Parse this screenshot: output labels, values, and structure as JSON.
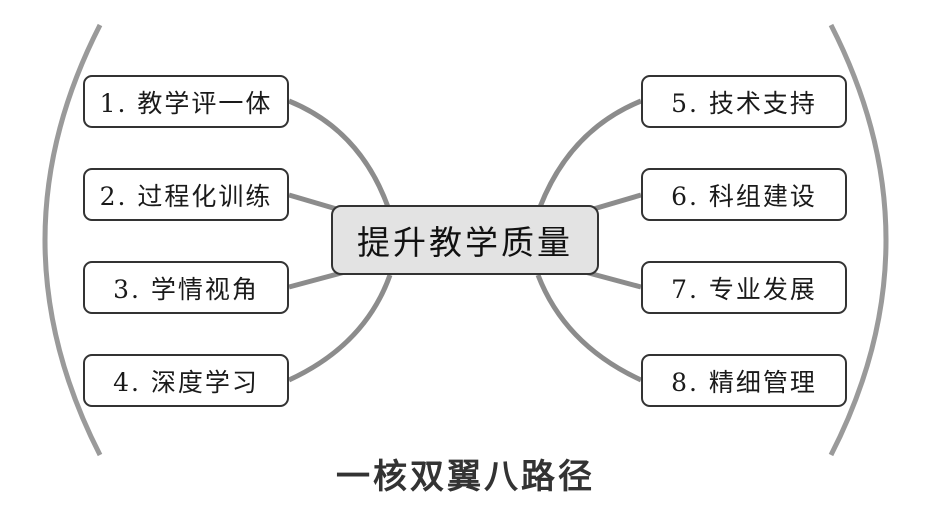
{
  "center": {
    "label": "提升教学质量"
  },
  "left_nodes": [
    {
      "label": "1. 教学评一体"
    },
    {
      "label": "2. 过程化训练"
    },
    {
      "label": "3. 学情视角"
    },
    {
      "label": "4. 深度学习"
    }
  ],
  "right_nodes": [
    {
      "label": "5. 技术支持"
    },
    {
      "label": "6. 科组建设"
    },
    {
      "label": "7. 专业发展"
    },
    {
      "label": "8. 精细管理"
    }
  ],
  "caption": "一核双翼八路径",
  "colors": {
    "connector": "#8c8c8c",
    "bracket": "#9a9a9a",
    "center_fill": "#e3e3e3",
    "border": "#333333"
  }
}
